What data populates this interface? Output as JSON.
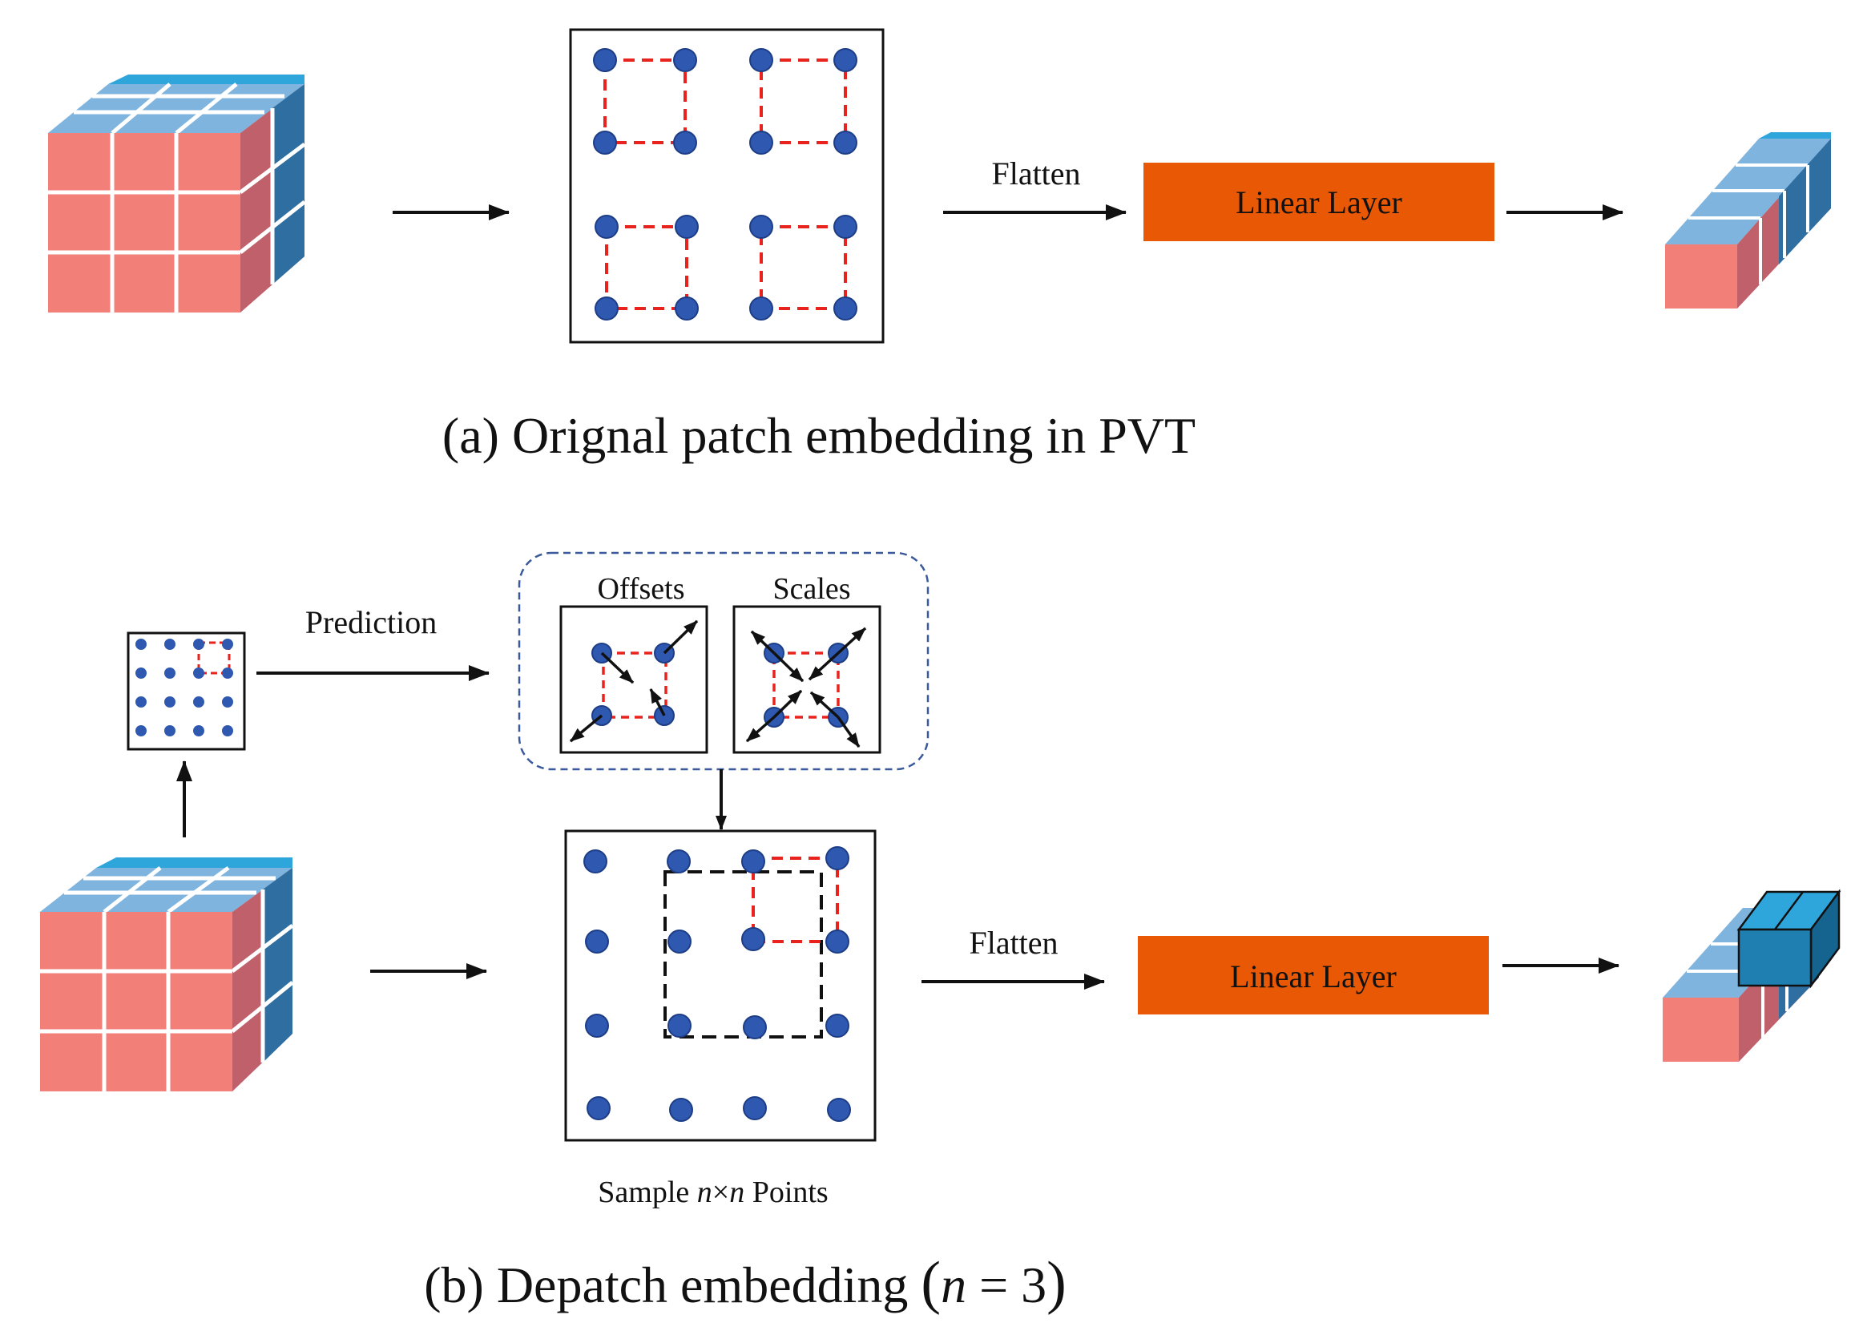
{
  "part_a": {
    "flatten_label": "Flatten",
    "linear_layer_label": "Linear Layer",
    "caption": "(a) Orignal patch embedding in PVT"
  },
  "part_b": {
    "prediction_label": "Prediction",
    "offsets_label": "Offsets",
    "scales_label": "Scales",
    "flatten_label": "Flatten",
    "linear_layer_label": "Linear Layer",
    "sample_prefix": "Sample ",
    "sample_n1": "n",
    "sample_times": "×",
    "sample_n2": "n",
    "sample_suffix": " Points",
    "caption_prefix": "(b) Depatch embedding",
    "caption_open": "(",
    "caption_var": "n",
    "caption_eq": " = 3",
    "caption_close": ")"
  },
  "colors": {
    "cube_front": "#f28079",
    "cube_side": "#c0606a",
    "cube_side_blue": "#2f6ea0",
    "cube_top": "#7fb4de",
    "cube_top_blue": "#2ea6dc",
    "point": "#2f58b0",
    "patch_outline": "#e8231e",
    "linear_layer": "#e95804",
    "group_border": "#3a5a9c"
  }
}
